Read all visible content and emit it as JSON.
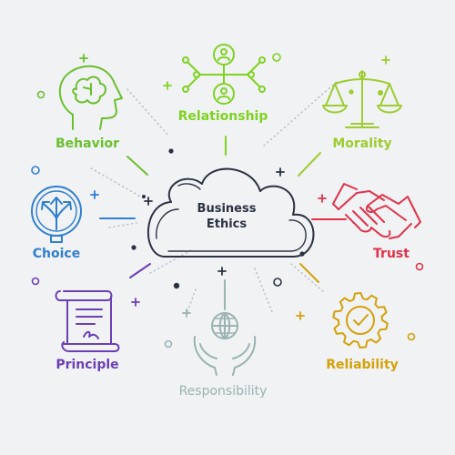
{
  "center": {
    "line1": "Business",
    "line2": "Ethics",
    "text_color": "#2a3242",
    "icon": "cloud-icon"
  },
  "concepts": {
    "relationship": {
      "label": "Relationship",
      "color": "#7ed321",
      "icon": "network-people-icon"
    },
    "morality": {
      "label": "Morality",
      "color": "#9ccc2e",
      "icon": "balance-scale-icon"
    },
    "behavior": {
      "label": "Behavior",
      "color": "#6abf2e",
      "icon": "head-brain-icon"
    },
    "choice": {
      "label": "Choice",
      "color": "#2f7fd1",
      "icon": "choice-arrows-icon"
    },
    "trust": {
      "label": "Trust",
      "color": "#e0324a",
      "icon": "handshake-icon"
    },
    "principle": {
      "label": "Principle",
      "color": "#6b3fb5",
      "icon": "scroll-document-icon"
    },
    "reliability": {
      "label": "Reliability",
      "color": "#d4a10a",
      "icon": "gear-check-icon"
    },
    "responsibility": {
      "label": "Responsibility",
      "color": "#9ab3b3",
      "icon": "globe-hands-icon"
    }
  }
}
